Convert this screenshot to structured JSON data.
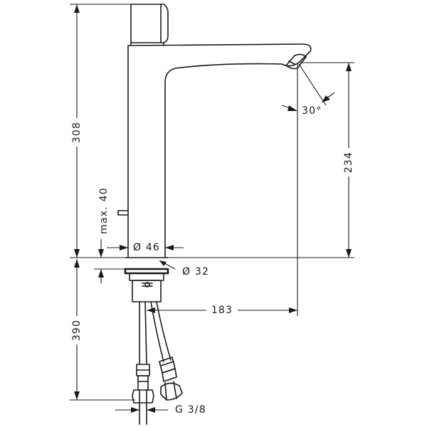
{
  "labels": {
    "height_total": "308",
    "spout_height": "234",
    "below_deck": "390",
    "max_deck": "max. 40",
    "base_diameter": "Ø 46",
    "shank_diameter": "Ø 32",
    "spout_reach": "183",
    "connection": "G 3/8",
    "spray_angle": "30°"
  }
}
